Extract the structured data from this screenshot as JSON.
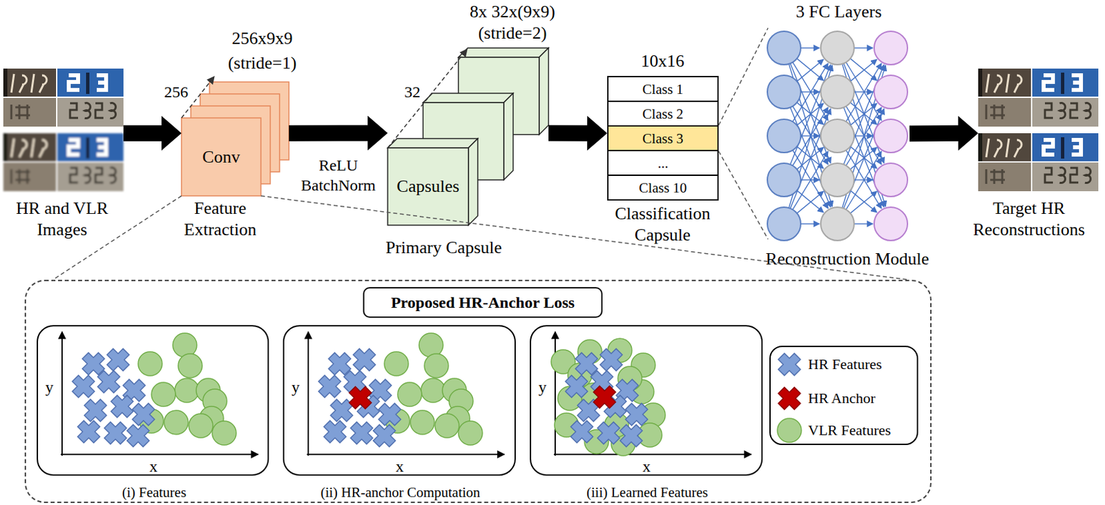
{
  "diagram": {
    "nodes": [
      {
        "text": [
          "HR and VLR Images"
        ]
      },
      {
        "text": [
          "Conv",
          "Feature Extraction"
        ]
      },
      {
        "text": [
          "Capsules",
          "Primary Capsule"
        ]
      },
      {
        "text": [
          "Classification Capsule"
        ]
      },
      {
        "text": [
          "Class 1"
        ],
        "in": 3
      },
      {
        "text": [
          "Class 2"
        ],
        "in": 3
      },
      {
        "text": [
          "Class 3"
        ],
        "in": 3
      },
      {
        "text": [
          "..."
        ],
        "in": 3
      },
      {
        "text": [
          "Class 10"
        ],
        "in": 3
      },
      {
        "text": [
          "3 FC Layers",
          "Reconstruction Module"
        ]
      },
      {
        "text": [
          "Target HR Reconstructions"
        ]
      },
      {
        "text": [
          "Proposed HR-Anchor Loss"
        ]
      },
      {
        "text": [
          "(i) Features"
        ],
        "in": 11
      },
      {
        "text": [
          "(ii) HR-anchor Computation"
        ],
        "in": 11
      },
      {
        "text": [
          "(iii) Learned Features"
        ],
        "in": 11
      }
    ],
    "edges": [
      {
        "from": 0,
        "to": 1,
        "arrow": "to"
      },
      {
        "from": 1,
        "to": 2,
        "label": "ReLU BatchNorm",
        "arrow": "to"
      },
      {
        "from": 2,
        "to": 3,
        "arrow": "to"
      },
      {
        "from": 6,
        "to": 9,
        "arrow": "none"
      },
      {
        "from": 6,
        "to": 9,
        "arrow": "none"
      },
      {
        "from": 9,
        "to": 10,
        "arrow": "to"
      },
      {
        "from": 1,
        "to": 11,
        "arrow": "none"
      },
      {
        "from": 1,
        "to": 11,
        "arrow": "none"
      }
    ],
    "labels": [
      "256x9x9",
      "(stride=1)",
      "256",
      "8x 32x(9x9)",
      "(stride=2)",
      "32",
      "10x16",
      "y",
      "x",
      "y",
      "x",
      "y",
      "x"
    ],
    "legend": [
      {
        "text": "HR Features"
      },
      {
        "text": "HR Anchor"
      },
      {
        "text": "VLR Features"
      }
    ]
  }
}
